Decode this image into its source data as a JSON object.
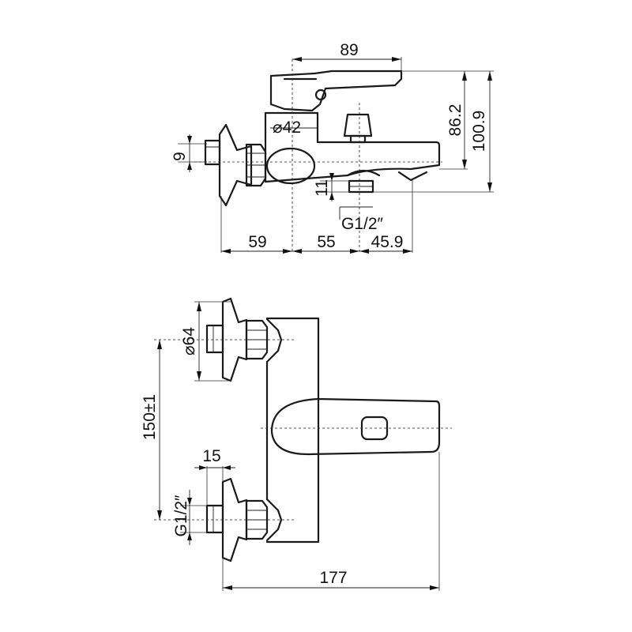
{
  "colors": {
    "line": "#1a1a1a",
    "background": "#ffffff"
  },
  "side_view": {
    "dim_spout_length": "89",
    "dim_diameter": "⌀42",
    "dim_height_spout": "86.2",
    "dim_height_total": "100.9",
    "dim_inlet": "9",
    "dim_outlet_offset": "11",
    "dim_thread": "G1/2″",
    "dim_wall_to_body": "59",
    "dim_body_to_outlet": "55",
    "dim_outlet_to_tip": "45.9"
  },
  "top_view": {
    "dim_flange_diameter": "⌀64",
    "dim_centers": "150±1",
    "dim_nipple": "15",
    "dim_thread": "G1/2″",
    "dim_overall_depth": "177"
  }
}
